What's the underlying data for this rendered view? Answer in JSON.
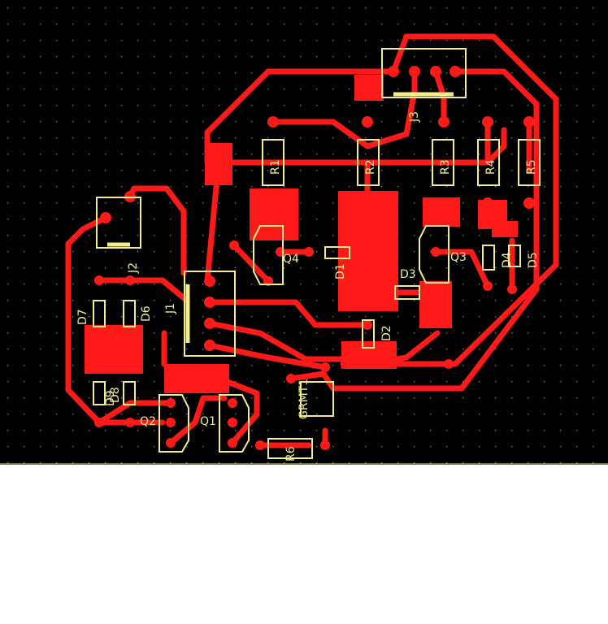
{
  "board": {
    "background": "#000000",
    "copper_color": "#ff1a1a",
    "silkscreen_color": "#f2ee8c",
    "grid": true
  },
  "labels": {
    "R1": "R1",
    "R2": "R2",
    "R3": "R3",
    "R4": "R4",
    "R5": "R5",
    "R6": "R6",
    "D1": "D1",
    "D2": "D2",
    "D3": "D3",
    "D4": "D4",
    "D5": "D5",
    "D6": "D6",
    "D7": "D7",
    "D8": "D8",
    "D9": "D9",
    "Q1": "Q1",
    "Q2": "Q2",
    "Q3": "Q3",
    "Q4": "Q4",
    "J1": "J1",
    "J2": "J2",
    "J3": "J3",
    "IC1": "GRMT1"
  }
}
